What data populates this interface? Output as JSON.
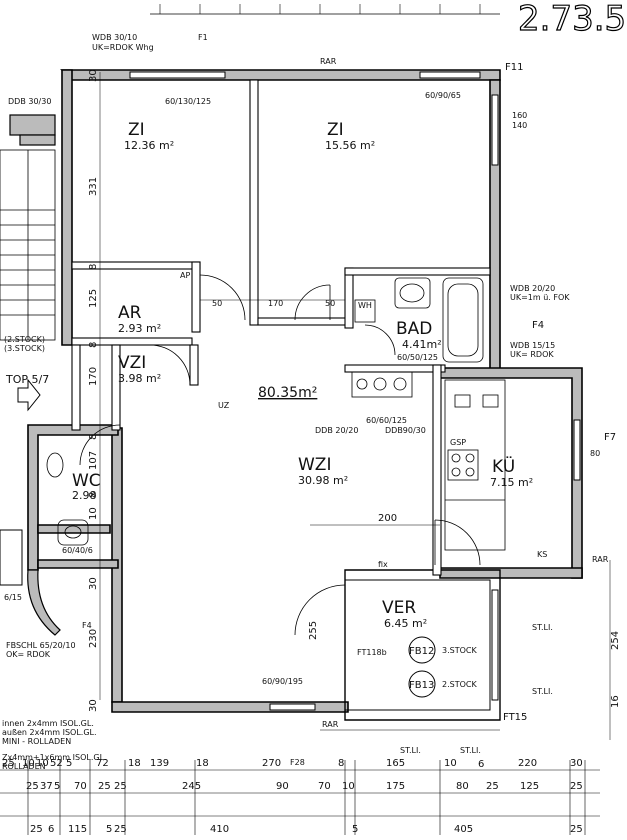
{
  "sheet": {
    "number_fragment": "2.73.5"
  },
  "rooms": [
    {
      "name": "ZI",
      "area": "12.36 m²"
    },
    {
      "name": "ZI",
      "area": "15.56 m²"
    },
    {
      "name": "AR",
      "area": "2.93 m²"
    },
    {
      "name": "VZI",
      "area": "3.98 m²"
    },
    {
      "name": "BAD",
      "area": "4.41m²"
    },
    {
      "name": "WZI",
      "area": "30.98 m²"
    },
    {
      "name": "KÜ",
      "area": "7.15 m²"
    },
    {
      "name": "WC",
      "area": "2.98"
    },
    {
      "name": "VER",
      "area": "6.45 m²"
    }
  ],
  "total_area": "80.35m²",
  "unit_label": "TOP 5/7",
  "labels": {
    "wdb_top": "WDB 30/10",
    "uk_top": "UK=RDOK Whg",
    "f1": "F1",
    "rar": "RAR",
    "f11": "F11",
    "ddb3030": "DDB 30/30",
    "w60_130": "60/130/125",
    "w60_90": "60/90/65",
    "w160": "160",
    "w140": "140",
    "wdb2020": "WDB 20/20",
    "uk1m": "UK=1m ü. FOK",
    "f4": "F4",
    "wdb1515": "WDB 15/15",
    "uk_rdok": "UK= RDOK",
    "f7": "F7",
    "ddb2020": "DDB 20/20",
    "ddb9030": "DDB90/30",
    "w60_60": "60/60/125",
    "w60_50": "60/50/125",
    "gsp": "GSP",
    "ks": "KS",
    "fix": "fix",
    "fb12": "FB12",
    "stock3": "3.STOCK",
    "fb13": "FB13",
    "stock2": "2.STOCK",
    "st_li": "ST.LI.",
    "ft15": "FT15",
    "f28": "F28",
    "wh": "WH",
    "uz": "UZ",
    "ft118b": "FT118b",
    "w60_90b": "60/90/195",
    "w60_40": "60/40/6",
    "fbschl": "FBSCHL 65/20/10",
    "ok_rdok": "OK= RDOK",
    "stock2a": "(2.STOCK)",
    "stock3a": "(3.STOCK)",
    "f4left": "F4",
    "ap": "AP",
    "n615": "6/15",
    "note1": "innen 2x4mm ISOL.GL.",
    "note2": "außen 2x4mm ISOL.GL.",
    "note3": "MINI - ROLLADEN",
    "note4": "Zx4mm+1x6mm ISOL.GL.",
    "note5": "ROLLADEN"
  },
  "dims": {
    "d30a": "30",
    "d331": "331",
    "d8a": "8",
    "d125": "125",
    "d8b": "8",
    "d170a": "170",
    "d8c": "8",
    "d107": "107",
    "d10": "10",
    "d8d": "8",
    "d30b": "30",
    "d230": "230",
    "d30c": "30",
    "d200": "200",
    "d170b": "170",
    "d50a": "50",
    "d50b": "50",
    "d80": "80",
    "d255": "255",
    "d6": "6",
    "d254": "254",
    "d16": "16",
    "b1": [
      "25",
      "10",
      "10",
      "52",
      "5",
      "72",
      "18",
      "139",
      "18",
      "270",
      "8",
      "165",
      "10",
      "220",
      "30"
    ],
    "b2": [
      "25",
      "37",
      "5",
      "70",
      "25",
      "25",
      "245",
      "90",
      "70",
      "10",
      "175",
      "80",
      "25",
      "125",
      "25"
    ],
    "b3": [
      "25",
      "6",
      "115",
      "5",
      "25",
      "410",
      "5",
      "405",
      "25"
    ]
  }
}
